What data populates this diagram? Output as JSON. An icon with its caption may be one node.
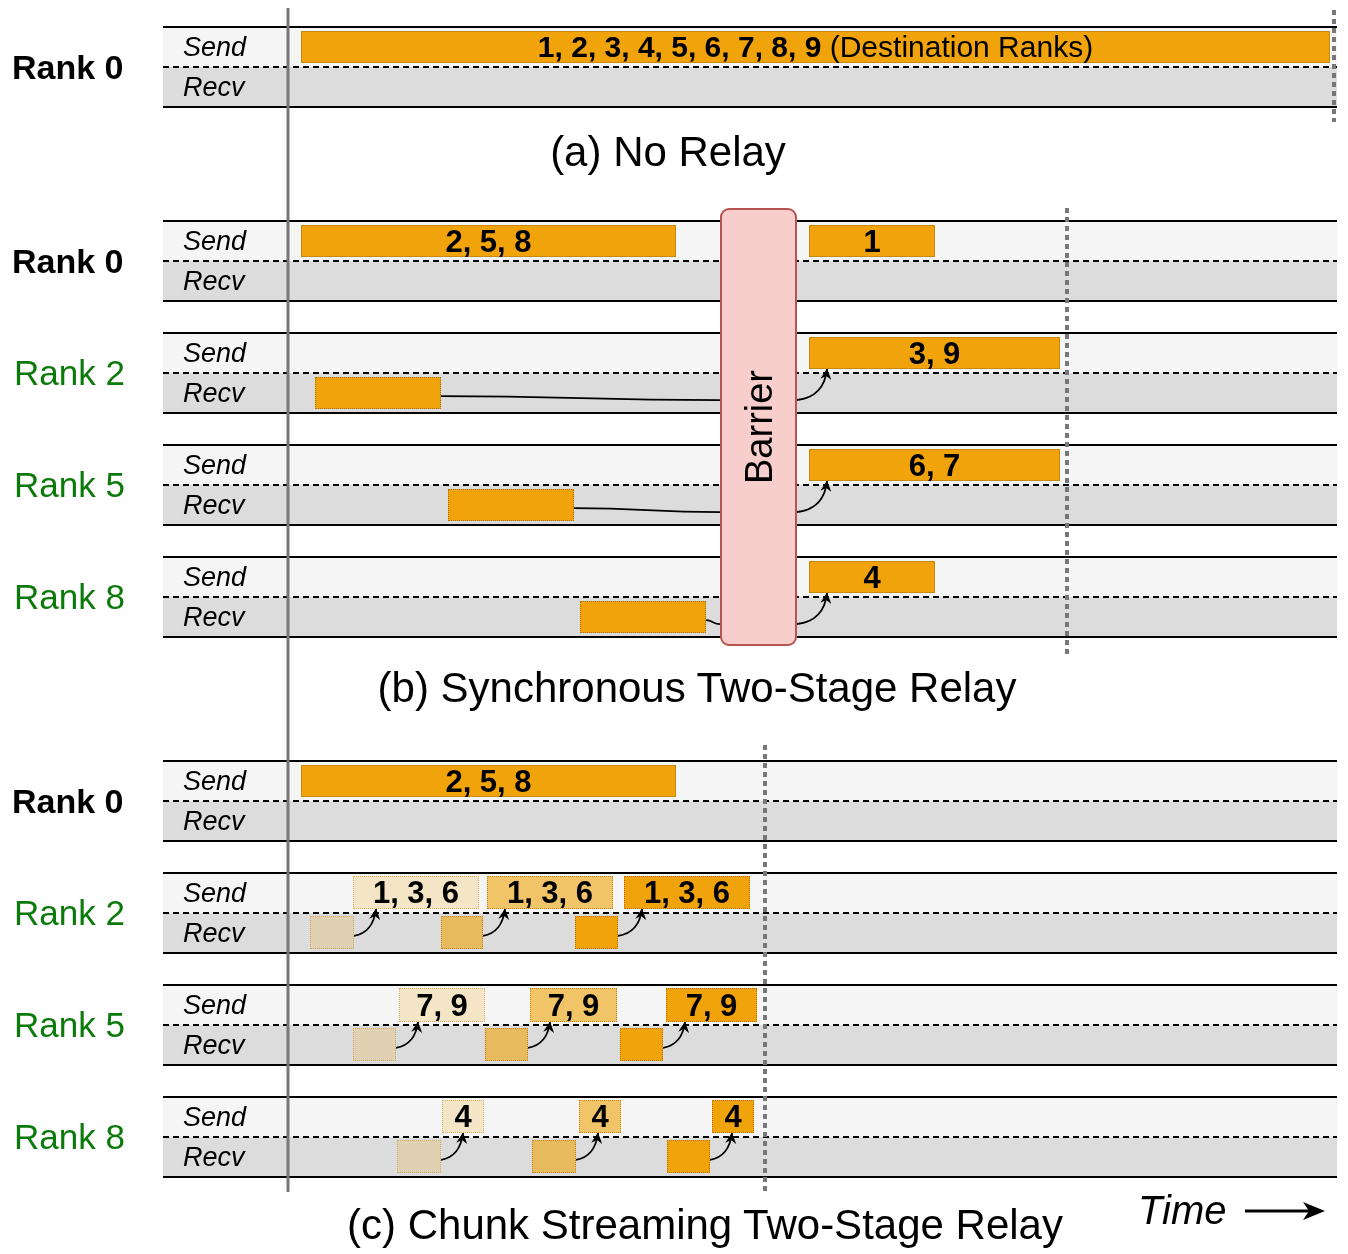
{
  "diagram": {
    "nodes": [
      {
        "text": [
          "Send"
        ]
      },
      {
        "text": [
          "**1, 2, 3, 4, 5, 6, 7, 8, 9** (Destination Ranks)"
        ],
        "in": 0
      },
      {
        "text": [
          "Recv"
        ]
      },
      {
        "text": [
          "Send"
        ]
      },
      {
        "text": [
          "2, 5, 8"
        ],
        "in": 3
      },
      {
        "text": [
          "Barrier"
        ]
      },
      {
        "text": [
          "1"
        ],
        "in": 3
      },
      {
        "text": [
          "Recv"
        ]
      },
      {
        "text": [
          "Send"
        ]
      },
      {
        "text": [
          "3, 9"
        ],
        "in": 8
      },
      {
        "text": [
          "Recv"
        ]
      },
      {
        "text": [],
        "shape": "box",
        "in": 10
      },
      {
        "text": [
          "Send"
        ]
      },
      {
        "text": [
          "6, 7"
        ],
        "in": 12
      },
      {
        "text": [
          "Recv"
        ]
      },
      {
        "text": [],
        "shape": "box",
        "in": 14
      },
      {
        "text": [
          "Send"
        ]
      },
      {
        "text": [
          "4"
        ],
        "in": 16
      },
      {
        "text": [
          "Recv"
        ]
      },
      {
        "text": [],
        "shape": "box",
        "in": 18
      },
      {
        "text": [
          "Send"
        ]
      },
      {
        "text": [
          "2, 5, 8"
        ],
        "in": 20
      },
      {
        "text": [
          "Recv"
        ]
      },
      {
        "text": [
          "Send"
        ]
      },
      {
        "text": [
          "1, 3, 6"
        ],
        "in": 23
      },
      {
        "text": [
          "1, 3, 6"
        ],
        "in": 23
      },
      {
        "text": [
          "1, 3, 6"
        ],
        "in": 23
      },
      {
        "text": [
          "Recv"
        ]
      },
      {
        "text": [],
        "shape": "box",
        "in": 27
      },
      {
        "text": [],
        "shape": "box",
        "in": 27
      },
      {
        "text": [],
        "shape": "box",
        "in": 27
      },
      {
        "text": [
          "Send"
        ]
      },
      {
        "text": [
          "7, 9"
        ],
        "in": 31
      },
      {
        "text": [
          "7, 9"
        ],
        "in": 31
      },
      {
        "text": [
          "7, 9"
        ],
        "in": 31
      },
      {
        "text": [
          "Recv"
        ]
      },
      {
        "text": [],
        "shape": "box",
        "in": 35
      },
      {
        "text": [],
        "shape": "box",
        "in": 35
      },
      {
        "text": [],
        "shape": "box",
        "in": 35
      },
      {
        "text": [
          "Send"
        ]
      },
      {
        "text": [
          "4"
        ],
        "in": 39
      },
      {
        "text": [
          "4"
        ],
        "in": 39
      },
      {
        "text": [
          "4"
        ],
        "in": 39
      },
      {
        "text": [
          "Recv"
        ]
      },
      {
        "text": [],
        "shape": "box",
        "in": 43
      },
      {
        "text": [],
        "shape": "box",
        "in": 43
      },
      {
        "text": [],
        "shape": "box",
        "in": 43
      }
    ],
    "edges": [
      {
        "from": 11,
        "to": 5,
        "arrow": "none"
      },
      {
        "from": 5,
        "to": 9,
        "arrow": "to"
      },
      {
        "from": 15,
        "to": 5,
        "arrow": "none"
      },
      {
        "from": 5,
        "to": 13,
        "arrow": "to"
      },
      {
        "from": 19,
        "to": 5,
        "arrow": "none"
      },
      {
        "from": 5,
        "to": 17,
        "arrow": "to"
      },
      {
        "from": 28,
        "to": 24,
        "arrow": "to"
      },
      {
        "from": 29,
        "to": 25,
        "arrow": "to"
      },
      {
        "from": 30,
        "to": 26,
        "arrow": "to"
      },
      {
        "from": 36,
        "to": 32,
        "arrow": "to"
      },
      {
        "from": 37,
        "to": 33,
        "arrow": "to"
      },
      {
        "from": 38,
        "to": 34,
        "arrow": "to"
      },
      {
        "from": 44,
        "to": 40,
        "arrow": "to"
      },
      {
        "from": 45,
        "to": 41,
        "arrow": "to"
      },
      {
        "from": 46,
        "to": 42,
        "arrow": "to"
      }
    ],
    "labels": [
      "Rank 0",
      "(a) No Relay",
      "Rank 0",
      "Rank 2",
      "Rank 5",
      "Rank 8",
      "(b) Synchronous Two-Stage Relay",
      "Rank 0",
      "Rank 2",
      "Rank 5",
      "Rank 8",
      "(c) Chunk Streaming Two-Stage Relay",
      "Time"
    ]
  }
}
